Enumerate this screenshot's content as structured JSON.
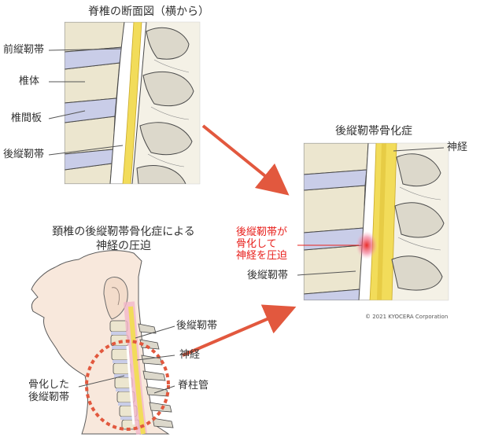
{
  "top_diagram": {
    "title": "脊椎の断面図（横から）",
    "labels": [
      "前縦靭帯",
      "椎体",
      "椎間板",
      "後縦靭帯"
    ]
  },
  "right_diagram": {
    "title": "後縦靭帯骨化症",
    "nerve_label": "神経",
    "compression_label": [
      "後縦靭帯が",
      "骨化して",
      "神経を圧迫"
    ],
    "ligament_label": "後縦靭帯",
    "copyright": "© 2021 KYOCERA Corporation"
  },
  "neck_diagram": {
    "title": [
      "頚椎の後縦靭帯骨化症による",
      "神経の圧迫"
    ],
    "ligament_label": "後縦靭帯",
    "nerve_label": "神経",
    "canal_label": "脊柱管",
    "ossified_label": [
      "骨化した",
      "後縦靭帯"
    ]
  },
  "colors": {
    "arrow": "#e2583e",
    "highlight_red": "#e8211d",
    "nerve_yellow": "#f2dc5a",
    "bone": "#ece6cf",
    "disc": "#c9cde8",
    "skin": "#f8e8dc",
    "outline": "#4a4a4a"
  }
}
